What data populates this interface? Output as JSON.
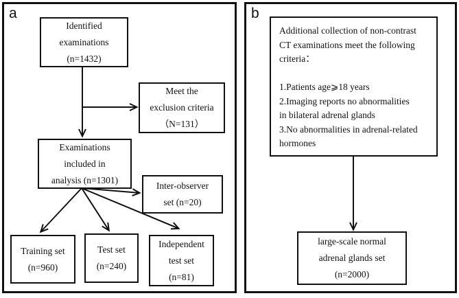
{
  "figure": {
    "type": "study-flowchart"
  },
  "panel_a": {
    "label": "a",
    "identified_box": "Identified\nexaminations\n(n=1432)",
    "exclusion_box": "Meet the\nexclusion criteria\n（N=131）",
    "included_box": "Examinations\nincluded in\nanalysis (n=1301)",
    "interobserver_box": "Inter-observer\nset (n=20)",
    "training_box": "Training set\n(n=960)",
    "test_box": "Test set\n(n=240)",
    "independent_box": "Independent\ntest set\n(n=81)"
  },
  "panel_b": {
    "label": "b",
    "criteria_box": "Additional collection of non-contrast\nCT examinations meet the following\ncriteria：\n\n1.Patients age⩾18 years\n2.Imaging reports no abnormalities\nin bilateral adrenal glands\n3.No abnormalities in adrenal-related\nhormones",
    "normal_set_box": "large-scale normal\nadrenal glands set\n(n=2000)"
  },
  "colors": {
    "ink": "#111111",
    "background": "#ffffff"
  }
}
